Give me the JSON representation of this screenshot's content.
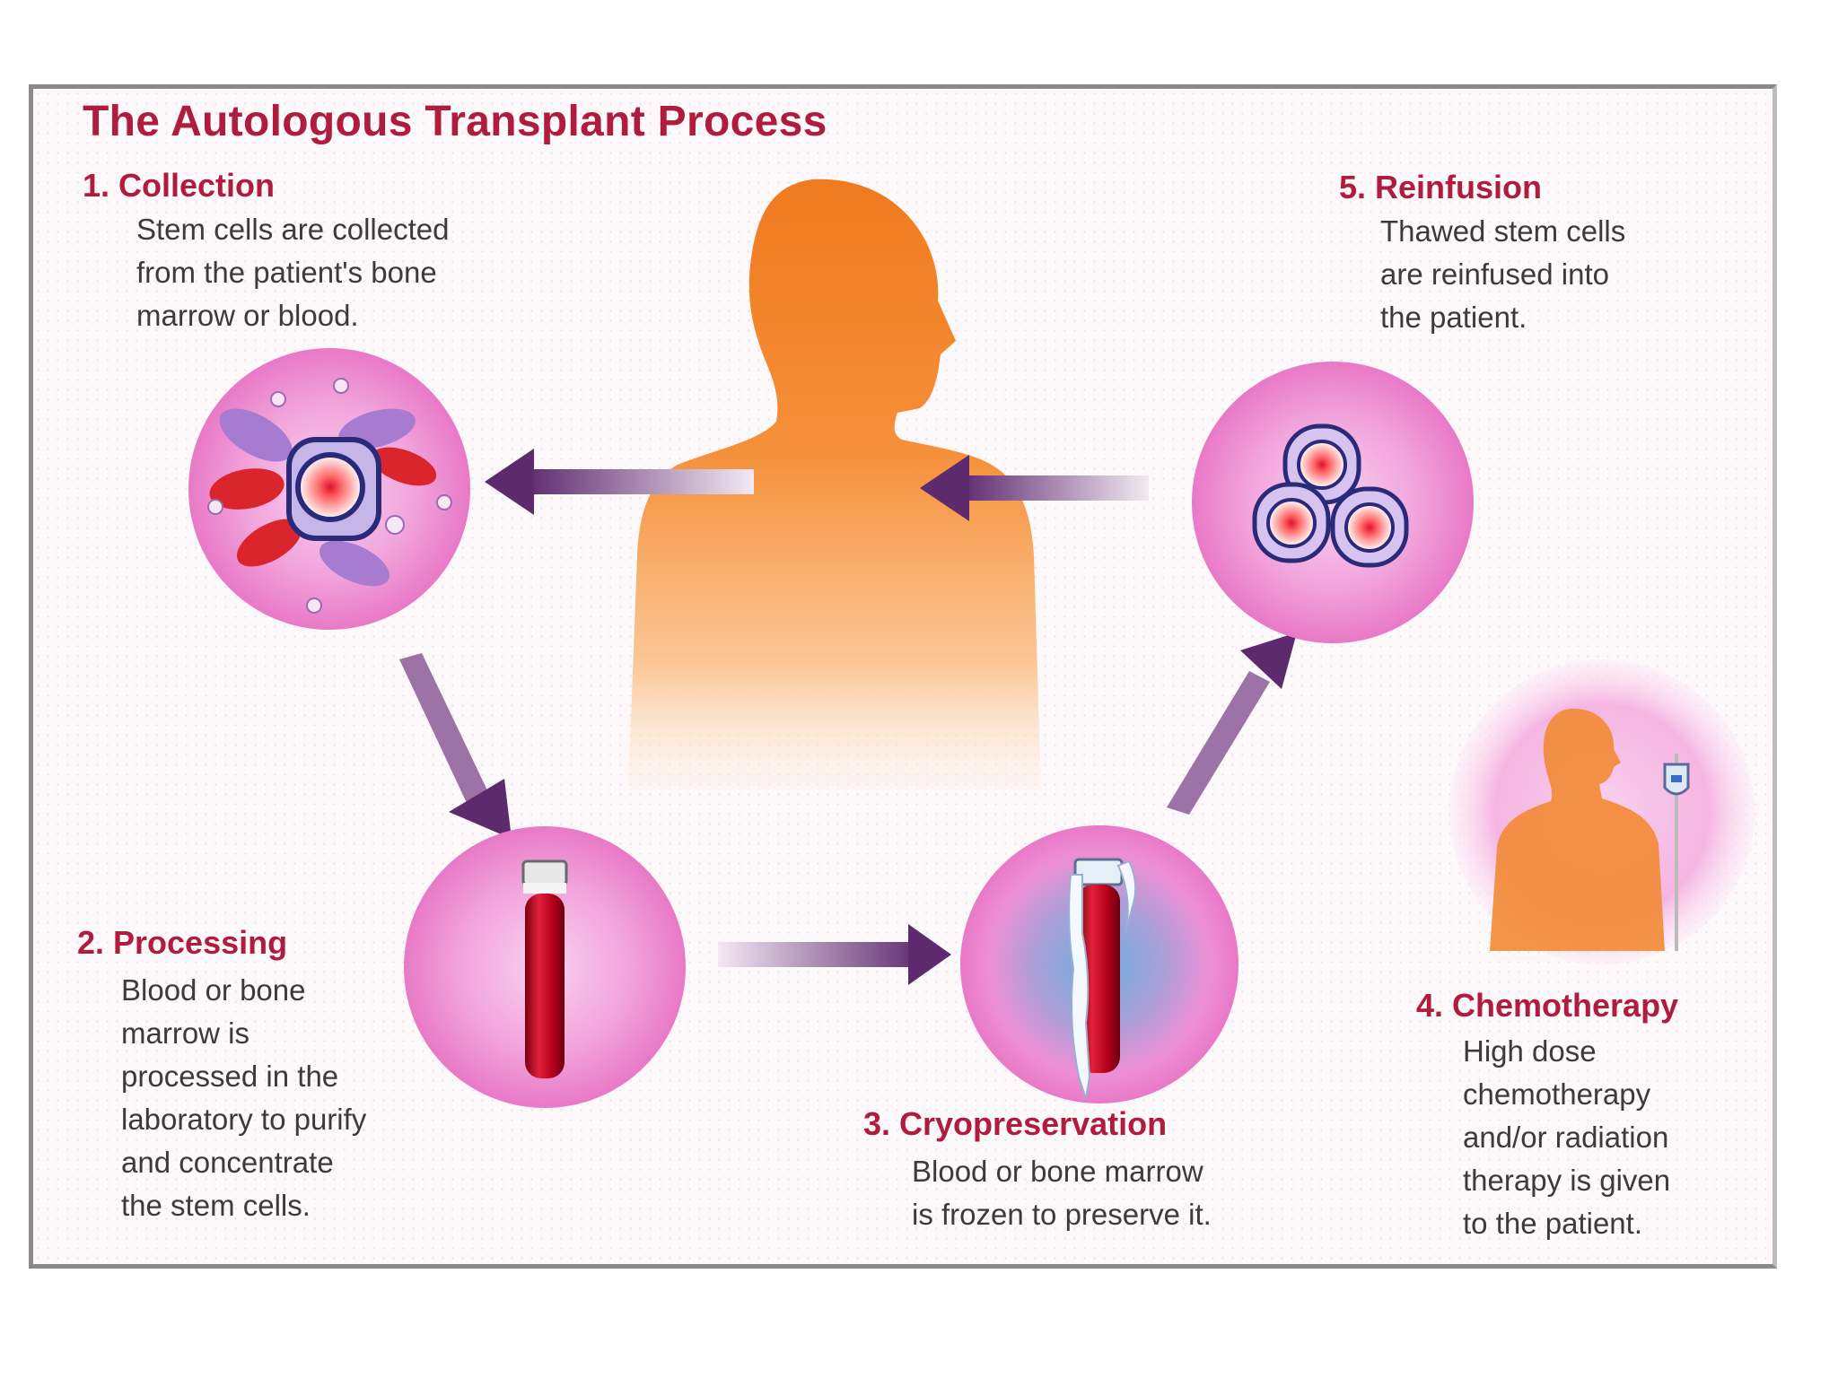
{
  "title": "The Autologous Transplant Process",
  "steps": {
    "collection": {
      "heading": "1. Collection",
      "body": "Stem cells are collected\nfrom the patient's bone\nmarrow or blood."
    },
    "processing": {
      "heading": "2. Processing",
      "body": "Blood or bone\nmarrow is\nprocessed in the\nlaboratory to purify\nand concentrate\nthe stem cells."
    },
    "cryopreservation": {
      "heading": "3. Cryopreservation",
      "body": "Blood or bone marrow\nis frozen to preserve it."
    },
    "chemotherapy": {
      "heading": "4. Chemotherapy",
      "body": "High dose\nchemotherapy\nand/or radiation\ntherapy is given\nto the patient."
    },
    "reinfusion": {
      "heading": "5. Reinfusion",
      "body": "Thawed stem cells\nare reinfused into\nthe patient."
    }
  },
  "colors": {
    "heading": "#b01c3e",
    "body_text": "#3b3b3b",
    "figure": "#f07a1e",
    "arrow": "#5e2a6e",
    "circle": "#f29ad8",
    "blood": "#c8102e"
  }
}
